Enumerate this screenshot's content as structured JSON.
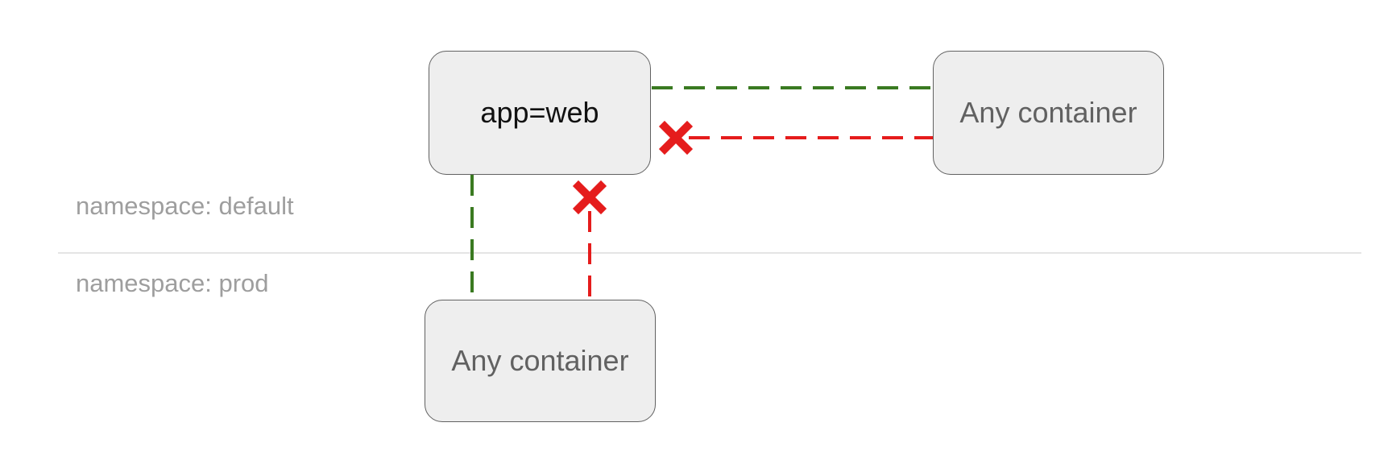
{
  "namespaces": {
    "default_label": "namespace: default",
    "prod_label": "namespace: prod"
  },
  "nodes": {
    "web": "app=web",
    "any_container_default": "Any container",
    "any_container_prod": "Any container"
  },
  "icons": {
    "blocked": "cross-mark-icon"
  },
  "colors": {
    "allowed": "#3a7a21",
    "blocked": "#e51c1c",
    "divider": "#dcdcdc"
  }
}
